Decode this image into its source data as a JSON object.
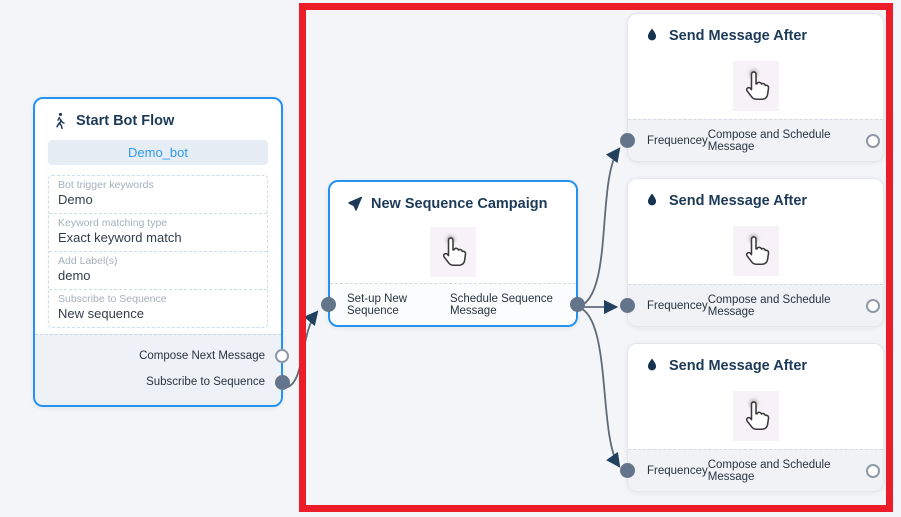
{
  "highlight": {
    "color": "#ec1c28"
  },
  "nodes": {
    "start": {
      "title": "Start Bot Flow",
      "icon": "walking-person-icon",
      "bot_name": "Demo_bot",
      "fields": [
        {
          "label": "Bot trigger keywords",
          "value": "Demo"
        },
        {
          "label": "Keyword matching type",
          "value": "Exact keyword match"
        },
        {
          "label": "Add Label(s)",
          "value": "demo"
        },
        {
          "label": "Subscribe to Sequence",
          "value": "New sequence"
        }
      ],
      "ports": [
        {
          "label": "Compose Next Message",
          "type": "open"
        },
        {
          "label": "Subscribe to Sequence",
          "type": "filled"
        }
      ]
    },
    "sequence": {
      "title": "New Sequence Campaign",
      "icon": "send-icon",
      "ports": [
        {
          "label": "Set-up New Sequence"
        },
        {
          "label": "Schedule Sequence Message"
        }
      ]
    },
    "send_nodes": [
      {
        "title": "Send Message After",
        "icon": "droplet-icon",
        "input_label": "Frequencey",
        "output_label": "Compose and Schedule Message"
      },
      {
        "title": "Send Message After",
        "icon": "droplet-icon",
        "input_label": "Frequencey",
        "output_label": "Compose and Schedule Message"
      },
      {
        "title": "Send Message After",
        "icon": "droplet-icon",
        "input_label": "Frequencey",
        "output_label": "Compose and Schedule Message"
      }
    ]
  },
  "colors": {
    "node_border_blue": "#2492f0",
    "edge": "#5f6b7a",
    "arrow": "#21415f",
    "port_filled": "#64748b",
    "canvas_bg": "#f4f5f8"
  }
}
